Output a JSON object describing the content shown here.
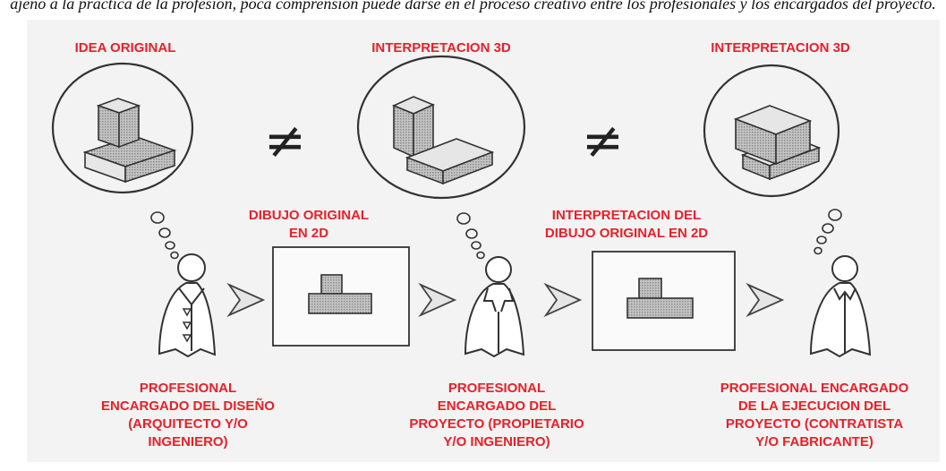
{
  "caption": "ajeno a la práctica de la profesión, poca comprensión puede darse en el proceso creativo entre los profesionales y los encargados del proyecto.",
  "colors": {
    "label": "#e8202a",
    "ink": "#333333",
    "paper": "#f3f3f3",
    "hatch": "#9a9a9a"
  },
  "stages": [
    {
      "thought_title": "IDEA ORIGINAL",
      "person": "PROFESIONAL\nENCARGADO DEL DISEÑO\n(ARQUITECTO Y/O\nINGENIERO)"
    },
    {
      "thought_title": "INTERPRETACION 3D",
      "person": "PROFESIONAL\nENCARGADO DEL\nPROYECTO (PROPIETARIO\nY/O INGENIERO)"
    },
    {
      "thought_title": "INTERPRETACION 3D",
      "person": "PROFESIONAL ENCARGADO\nDE LA EJECUCION DEL\nPROYECTO (CONTRATISTA\nY/O FABRICANTE)"
    }
  ],
  "drawings": [
    {
      "title": "DIBUJO ORIGINAL\nEN 2D"
    },
    {
      "title": "INTERPRETACION DEL\nDIBUJO ORIGINAL EN 2D"
    }
  ],
  "not_equal": "≠"
}
